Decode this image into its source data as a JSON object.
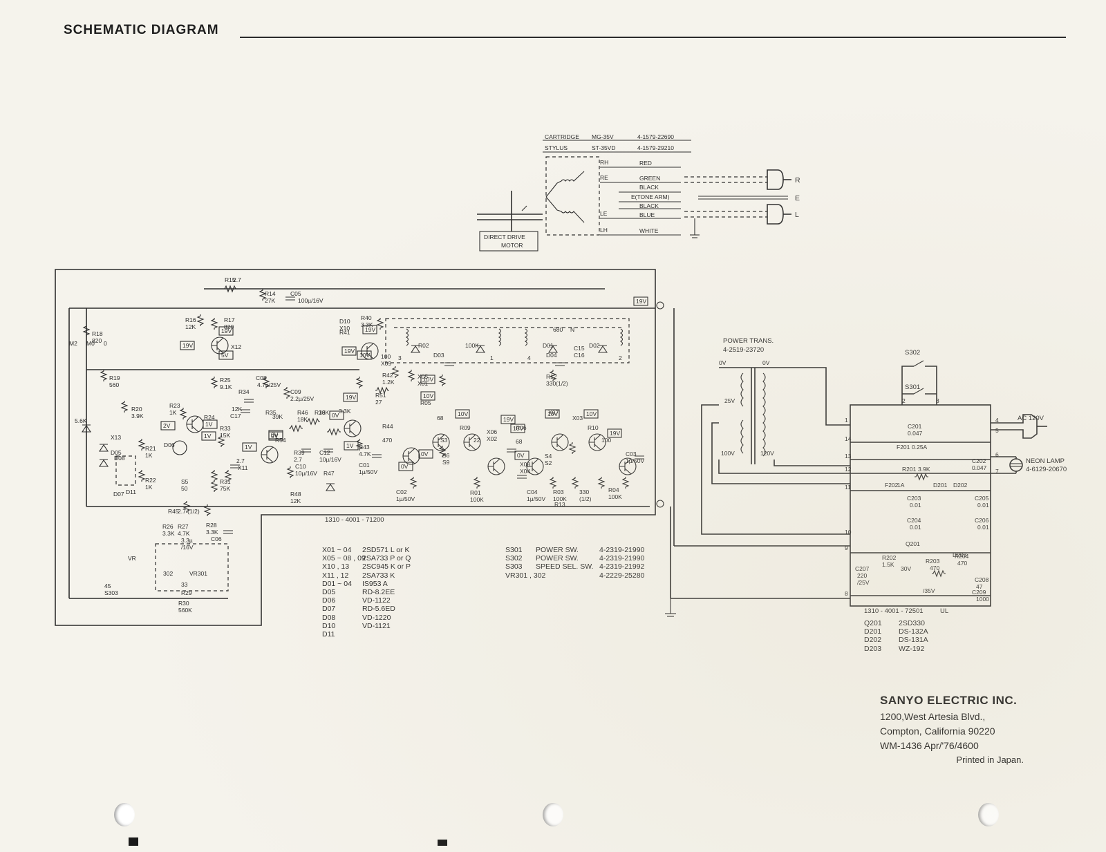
{
  "header": {
    "title": "SCHEMATIC DIAGRAM"
  },
  "cartridge": {
    "rows": [
      {
        "part": "CARTRIDGE",
        "model": "MG-35V",
        "code": "4-1579-22690"
      },
      {
        "part": "STYLUS",
        "model": "ST-35VD",
        "code": "4-1579-29210"
      }
    ],
    "wires": [
      "RED",
      "GREEN",
      "BLACK",
      "E(TONE ARM)",
      "BLACK",
      "BLUE",
      "WHITE"
    ],
    "pins": [
      "RH",
      "RE",
      "LE",
      "LH"
    ],
    "plugs": [
      "R",
      "E",
      "L"
    ],
    "motor_box": [
      "DIRECT DRIVE",
      "MOTOR"
    ]
  },
  "boards": {
    "main": "1310 - 4001 - 71200",
    "power": "1310 - 4001 - 72501",
    "power_suffix": "UL"
  },
  "power_trans": {
    "label": "POWER TRANS.",
    "code": "4-2519-23720",
    "taps": [
      "0V",
      "0V",
      "25V",
      "100V",
      "120V"
    ]
  },
  "ac": {
    "label": "AC 120V"
  },
  "neon": {
    "label": "NEON LAMP",
    "code": "4-6129-20670"
  },
  "power_parts": [
    "S302",
    "S301",
    "C201",
    "0.047",
    "F201",
    "0.25A",
    "R201",
    "3.9K",
    "C202",
    "0.047",
    "F202",
    "1A",
    "D201",
    "D202",
    "C203",
    "0.01",
    "C204",
    "0.01",
    "C205",
    "0.01",
    "C206",
    "0.01",
    "Q201",
    "R202",
    "1.5K",
    "R203",
    "470",
    "R204",
    "470",
    "C207",
    "220",
    "/25V",
    "C208",
    "47",
    "C209",
    "1000",
    "/35V",
    "D203",
    "30V",
    "20V"
  ],
  "power_nodes": [
    "1",
    "2",
    "3",
    "4",
    "5",
    "6",
    "7",
    "8",
    "9",
    "10",
    "11",
    "12",
    "13",
    "14"
  ],
  "main_parts": [
    "R15",
    "2.7",
    "R14",
    "27K",
    "C05",
    "100µ/16V",
    "R16",
    "12K",
    "R17",
    "820",
    "X12",
    "R18",
    "820",
    "R19",
    "560",
    "R20",
    "3.9K",
    "R21",
    "1K",
    "R22",
    "1K",
    "R23",
    "1K",
    "R24",
    "5.6K",
    "X13",
    "D05",
    "D06",
    "D07",
    "D08",
    "D11",
    "S5",
    "50",
    "R25",
    "9.1K",
    "R31",
    "75K",
    "R33",
    "15K",
    "R34",
    "12K",
    "C17",
    "C08",
    "4.7µ/25V",
    "R35",
    "39K",
    "R54",
    "2.7",
    "X11",
    "C09",
    "2.2µ/25V",
    "R46",
    "18K",
    "R36",
    "18K",
    "R39",
    "2.7",
    "C12",
    "10µ/16V",
    "C10",
    "10µ/16V",
    "R48",
    "12K",
    "R47",
    "3.3K",
    "D10",
    "X10",
    "R40",
    "3.3K",
    "R41",
    "100",
    "X09",
    "R42",
    "1.2K",
    "R51",
    "27",
    "R43",
    "4.7K",
    "C01",
    "1µ/50V",
    "R44",
    "470",
    "X05",
    "X01",
    "R05",
    "68",
    "S3",
    "S6",
    "S9",
    "R09",
    "22",
    "X06",
    "X02",
    "C02",
    "1µ/50V",
    "R01",
    "100K",
    "R02",
    "100K",
    "D01",
    "D02",
    "D03",
    "D04",
    "C15",
    "C16",
    "R12",
    "330(1/2)",
    "R06",
    "68",
    "X07",
    "X03",
    "S4",
    "S2",
    "R10",
    "100",
    "X08",
    "X04",
    "C03",
    "1µ/50V",
    "C04",
    "1µ/50V",
    "R03",
    "100K",
    "R13",
    "330",
    "(1/2)",
    "R04",
    "100K",
    "R45",
    "2.7 (1/2)",
    "R26",
    "3.3K",
    "R27",
    "4.7K",
    "R28",
    "3.3K",
    "C06",
    "3.3µ",
    "/16V",
    "VR",
    "302",
    "VR301",
    "33",
    "45",
    "S303",
    "R30",
    "560K",
    "R29",
    "680",
    "N",
    "M2",
    "M0",
    "0"
  ],
  "voltage_tags": [
    "19V",
    "19V",
    "19V",
    "5V",
    "2V",
    "1V",
    "1V",
    "1V",
    "0V",
    "10V",
    "10V",
    "19V",
    "19V",
    "10V",
    "1V",
    "10V",
    "10V",
    "0V",
    "0V",
    "0V",
    "19V",
    "19V",
    "10V",
    "10V",
    "19V",
    "0V",
    "0V"
  ],
  "coil_nums": [
    "3",
    "1",
    "4",
    "2"
  ],
  "bom": [
    {
      "ref": "X01 ~ 04",
      "part": "2SD571  L or K"
    },
    {
      "ref": "X05 ~ 08 , 09",
      "part": "2SA733  P or Q"
    },
    {
      "ref": "X10  ,  13",
      "part": "2SC945  K or P"
    },
    {
      "ref": "X11  ,  12",
      "part": "2SA733  K"
    },
    {
      "ref": "D01 ~ 04",
      "part": "IS953   A"
    },
    {
      "ref": "D05",
      "part": "RD-8.2EE"
    },
    {
      "ref": "D06",
      "part": "VD-1122"
    },
    {
      "ref": "D07",
      "part": "RD-5.6ED"
    },
    {
      "ref": "D08",
      "part": "VD-1220"
    },
    {
      "ref": "D10",
      "part": "VD-1121"
    },
    {
      "ref": "D11",
      "part": ""
    }
  ],
  "switches": [
    {
      "ref": "S301",
      "name": "POWER  SW.",
      "code": "4-2319-21990"
    },
    {
      "ref": "S302",
      "name": "POWER  SW.",
      "code": "4-2319-21990"
    },
    {
      "ref": "S303",
      "name": "SPEED SEL. SW.",
      "code": "4-2319-21992"
    },
    {
      "ref": "VR301 , 302",
      "name": "",
      "code": "4-2229-25280"
    }
  ],
  "semis": [
    {
      "ref": "Q201",
      "part": "2SD330"
    },
    {
      "ref": "D201",
      "part": "DS-132A"
    },
    {
      "ref": "D202",
      "part": "DS-131A"
    },
    {
      "ref": "D203",
      "part": "WZ-192"
    }
  ],
  "company": {
    "name": "SANYO ELECTRIC INC.",
    "address1": "1200,West Artesia Blvd.,",
    "address2": "Compton, California 90220",
    "docnum": "WM-1436   Apr/'76/4600",
    "printed": "Printed in Japan."
  }
}
